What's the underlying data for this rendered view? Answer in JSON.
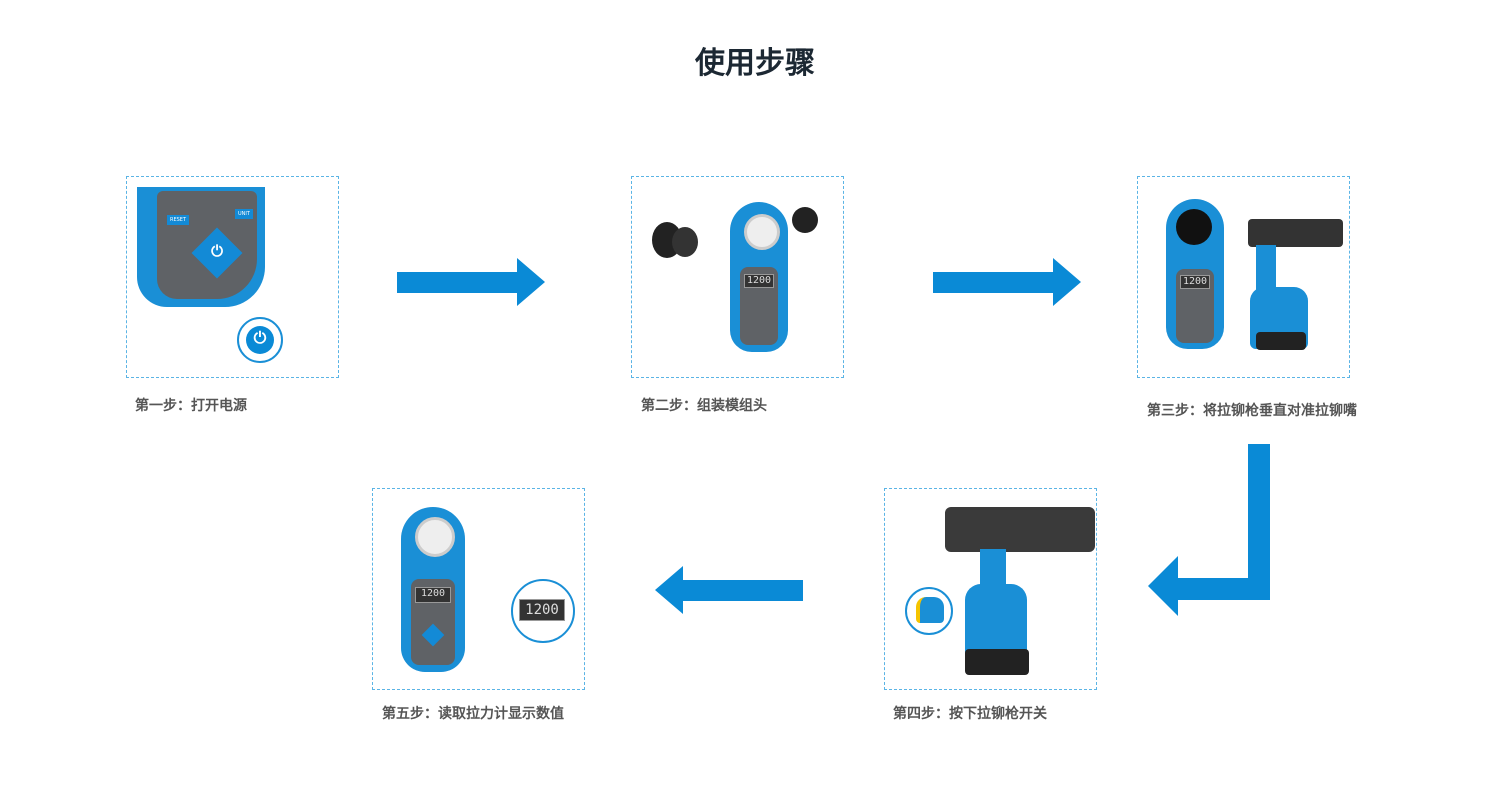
{
  "title": "使用步骤",
  "steps": [
    {
      "label": "第一步：打开电源"
    },
    {
      "label": "第二步：组装模组头"
    },
    {
      "label": "第三步：将拉铆枪垂直对准拉铆嘴"
    },
    {
      "label": "第四步：按下拉铆枪开关"
    },
    {
      "label": "第五步：读取拉力计显示数值"
    }
  ],
  "device": {
    "display": "1200",
    "reset_label": "RESET",
    "unit_label": "UNIT",
    "power_symbol": "⏻"
  },
  "colors": {
    "accent": "#0a8ad6",
    "border": "#5bb4e5",
    "title": "#1c2833",
    "label": "#555555"
  }
}
